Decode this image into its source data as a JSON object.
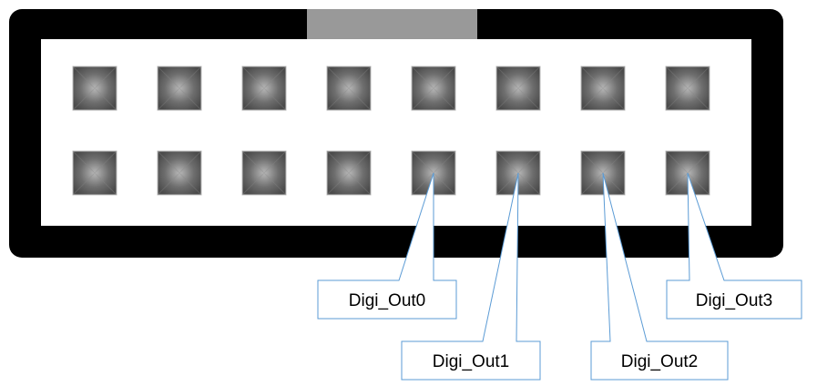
{
  "connector": {
    "rows": 2,
    "columns": 8,
    "frame_color": "#000000",
    "key_color": "#999999",
    "pin_color": "#5a5a5a"
  },
  "callouts": [
    {
      "label": "Digi_Out0",
      "row": 2,
      "column": 5
    },
    {
      "label": "Digi_Out1",
      "row": 2,
      "column": 6
    },
    {
      "label": "Digi_Out2",
      "row": 2,
      "column": 7
    },
    {
      "label": "Digi_Out3",
      "row": 2,
      "column": 8
    }
  ],
  "callout_color": "#5b9bd5"
}
